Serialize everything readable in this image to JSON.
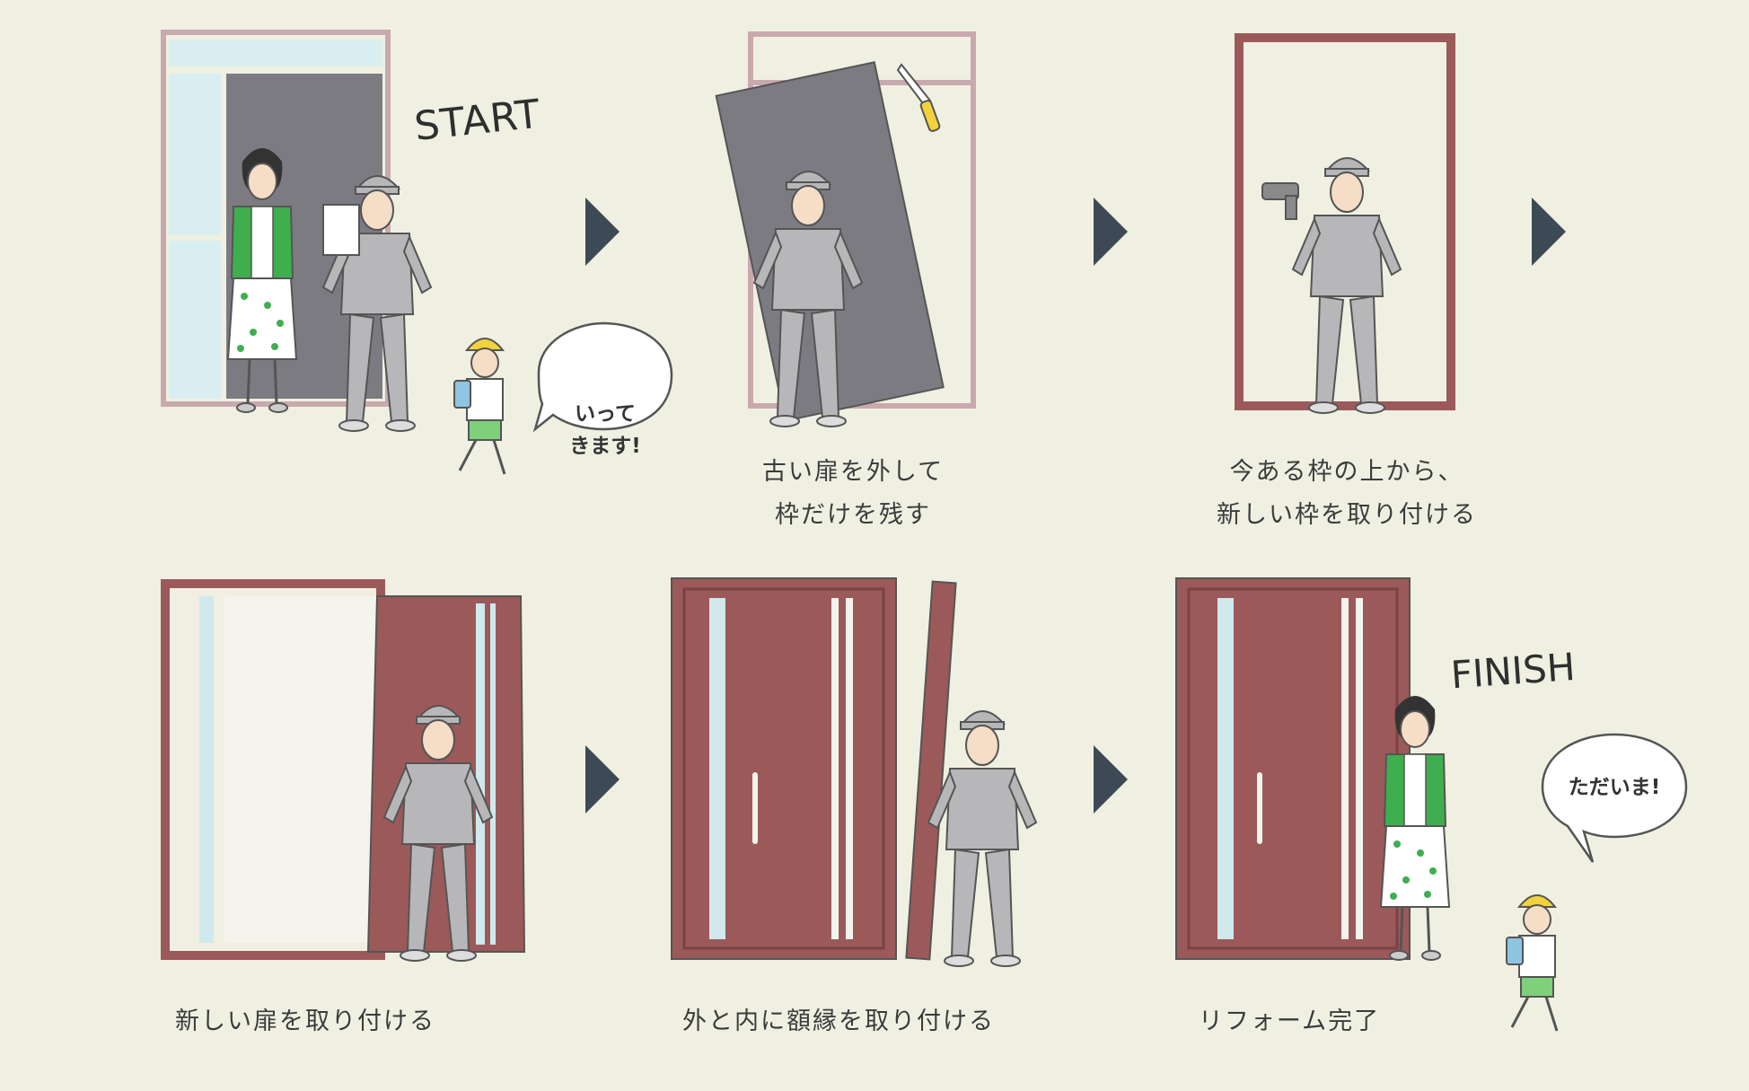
{
  "labels": {
    "start": "START",
    "finish": "FINISH",
    "bubble_leave": [
      "いって",
      "きます!"
    ],
    "bubble_return": "ただいま!"
  },
  "steps": [
    {
      "caption": []
    },
    {
      "caption": [
        "古い扉を外して",
        "枠だけを残す"
      ]
    },
    {
      "caption": [
        "今ある枠の上から、",
        "新しい枠を取り付ける"
      ]
    },
    {
      "caption": [
        "新しい扉を取り付ける"
      ]
    },
    {
      "caption": [
        "外と内に額縁を取り付ける"
      ]
    },
    {
      "caption": [
        "リフォーム完了"
      ]
    }
  ],
  "colors": {
    "background": "#eff0e1",
    "frame_pink": "#c9a9ae",
    "door_old": "#7d7b82",
    "door_new": "#9b5a59",
    "uniform": "#b7b7b9",
    "cardigan": "#3fae4f",
    "arrow": "#3d4a55",
    "glass": "#cfe9ec"
  },
  "icons": [
    "arrow-right-icon",
    "speech-bubble-icon",
    "saw-icon",
    "drill-icon"
  ]
}
